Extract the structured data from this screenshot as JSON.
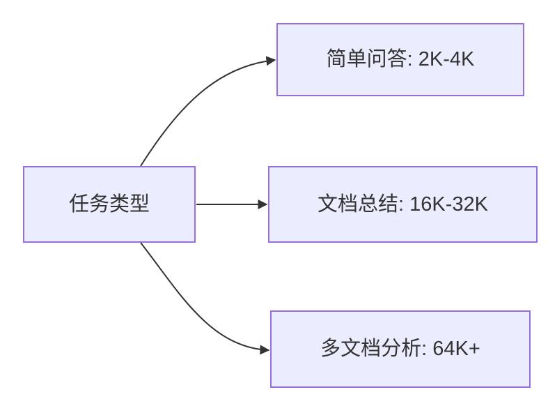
{
  "diagram": {
    "type": "flowchart-left-to-right",
    "root": {
      "label": "任务类型"
    },
    "branches": [
      {
        "label": "简单问答: 2K-4K"
      },
      {
        "label": "文档总结: 16K-32K"
      },
      {
        "label": "多文档分析: 64K+"
      }
    ],
    "style": {
      "node_fill": "#ECECFF",
      "node_border": "#9370DB",
      "edge_color": "#333333",
      "text_color": "#333333",
      "background": "#FFFFFF"
    }
  }
}
